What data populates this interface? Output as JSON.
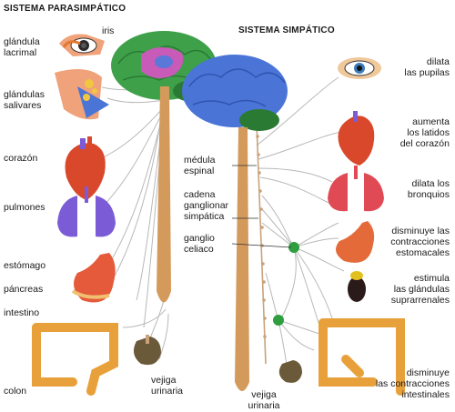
{
  "titles": {
    "parasympathetic": "SISTEMA PARASIMPÁTICO",
    "sympathetic": "SISTEMA SIMPÁTICO"
  },
  "labels": {
    "glandula_lacrimal": "glándula\nlacrimal",
    "iris": "iris",
    "glandulas_salivares": "glándulas\nsalivares",
    "corazon": "corazón",
    "pulmones": "pulmones",
    "estomago": "estómago",
    "pancreas": "páncreas",
    "intestino": "intestino",
    "colon": "colon",
    "vejiga_left": "vejiga\nurinaria",
    "medula": "médula\nespinal",
    "cadena": "cadena\nganglionar\nsimpática",
    "ganglio": "ganglio\nceliaco",
    "vejiga_mid": "vejiga\nurinaria",
    "dilata_pupilas": "dilata\nlas pupilas",
    "aumenta_latidos": "aumenta\nlos latidos\ndel corazón",
    "dilata_bronquios": "dilata los\nbronquios",
    "disminuye_estomacales": "disminuye las\ncontracciones\nestomacales",
    "estimula_suprarrenales": "estimula\nlas glándulas\nsuprarrenales",
    "disminuye_intestinales": "disminuye\nlas contracciones\nintestinales"
  },
  "colors": {
    "brain_left": "#3fa04a",
    "brain_right": "#4a74d6",
    "spinal_cord": "#d39a5c",
    "organ_red": "#d9482b",
    "lung": "#7b5bd6",
    "lung_right": "#e04a55",
    "intestine": "#e8a13a",
    "ganglion": "#2e9e3e",
    "nerve": "#b8b8b8"
  }
}
